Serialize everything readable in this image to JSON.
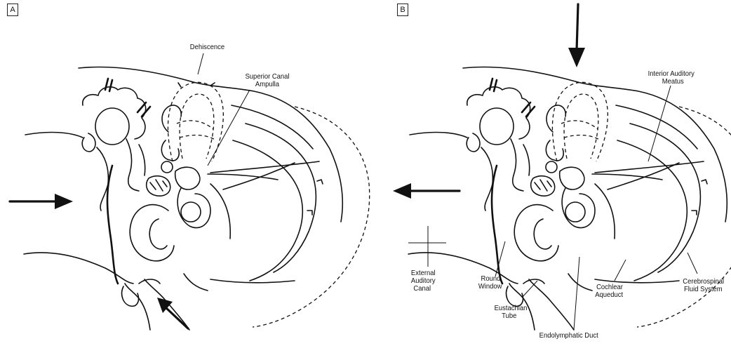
{
  "panels": [
    {
      "tag": "A",
      "labels": {
        "dehiscence": "Dehiscence",
        "superior_canal_ampulla_1": "Superior Canal",
        "superior_canal_ampulla_2": "Ampulla"
      }
    },
    {
      "tag": "B",
      "labels": {
        "interior_auditory_meatus_1": "Interior Auditory",
        "interior_auditory_meatus_2": "Meatus",
        "external_auditory_canal_1": "External",
        "external_auditory_canal_2": "Auditory",
        "external_auditory_canal_3": "Canal",
        "round_window_1": "Round",
        "round_window_2": "Window",
        "eustachian_tube_1": "Eustachian",
        "eustachian_tube_2": "Tube",
        "cochlear_aqueduct_1": "Cochlear",
        "cochlear_aqueduct_2": "Aqueduct",
        "endolymphatic_duct": "Endolymphatic Duct",
        "cerebrospinal_fluid_system_1": "Cerebrospinal",
        "cerebrospinal_fluid_system_2": "Fluid System"
      }
    }
  ]
}
